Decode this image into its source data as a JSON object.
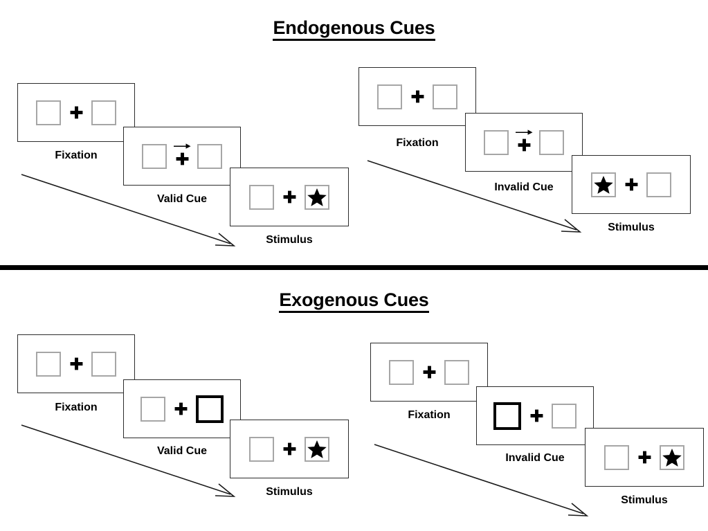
{
  "figure": {
    "sections": [
      {
        "id": "endogenous",
        "title": "Endogenous Cues",
        "columns": [
          {
            "id": "endogenous-valid",
            "panels": [
              {
                "caption": "Fixation",
                "cue_type": "none",
                "left_box": "empty",
                "right_box": "empty"
              },
              {
                "caption": "Valid Cue",
                "cue_type": "arrow-right",
                "left_box": "empty",
                "right_box": "empty"
              },
              {
                "caption": "Stimulus",
                "cue_type": "none",
                "left_box": "empty",
                "right_box": "star"
              }
            ]
          },
          {
            "id": "endogenous-invalid",
            "panels": [
              {
                "caption": "Fixation",
                "cue_type": "none",
                "left_box": "empty",
                "right_box": "empty"
              },
              {
                "caption": "Invalid Cue",
                "cue_type": "arrow-right",
                "left_box": "empty",
                "right_box": "empty"
              },
              {
                "caption": "Stimulus",
                "cue_type": "none",
                "left_box": "star",
                "right_box": "empty"
              }
            ]
          }
        ]
      },
      {
        "id": "exogenous",
        "title": "Exogenous Cues",
        "columns": [
          {
            "id": "exogenous-valid",
            "panels": [
              {
                "caption": "Fixation",
                "cue_type": "none",
                "left_box": "empty",
                "right_box": "empty"
              },
              {
                "caption": "Valid Cue",
                "cue_type": "none",
                "left_box": "empty",
                "right_box": "cued"
              },
              {
                "caption": "Stimulus",
                "cue_type": "none",
                "left_box": "empty",
                "right_box": "star"
              }
            ]
          },
          {
            "id": "exogenous-invalid",
            "panels": [
              {
                "caption": "Fixation",
                "cue_type": "none",
                "left_box": "empty",
                "right_box": "empty"
              },
              {
                "caption": "Invalid Cue",
                "cue_type": "none",
                "left_box": "cued",
                "right_box": "empty"
              },
              {
                "caption": "Stimulus",
                "cue_type": "none",
                "left_box": "empty",
                "right_box": "star"
              }
            ]
          }
        ]
      }
    ],
    "colors": {
      "frame_stroke": "#2b2b2b",
      "box_stroke": "#a6a6a6",
      "cued_box_stroke": "#000000",
      "glyph_fill": "#000000",
      "divider": "#000000",
      "background": "#ffffff"
    },
    "icons": {
      "fixation_cross": "plus-icon",
      "directional_cue": "arrow-right-icon",
      "target": "star-icon",
      "time_flow": "timeline-arrow-icon"
    }
  }
}
